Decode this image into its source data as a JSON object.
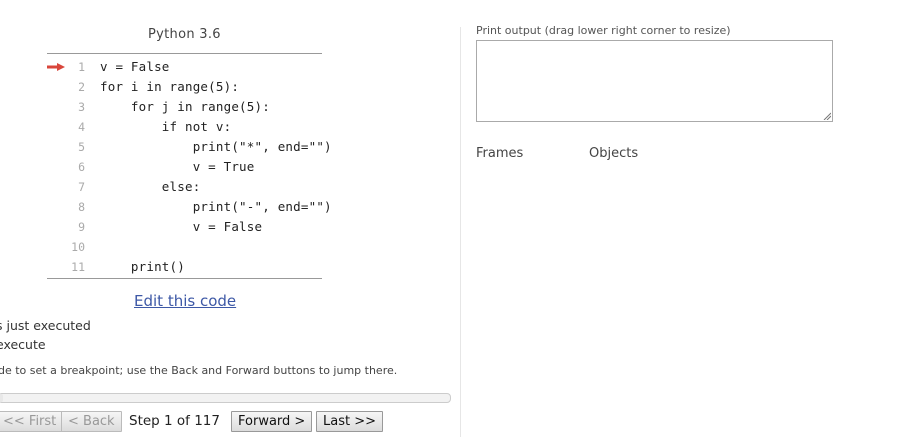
{
  "editor": {
    "language": "Python 3.6",
    "current_line_indicator": "red-arrow-icon",
    "lines": [
      {
        "no": "1",
        "code": "v = False"
      },
      {
        "no": "2",
        "code": "for i in range(5):"
      },
      {
        "no": "3",
        "code": "    for j in range(5):"
      },
      {
        "no": "4",
        "code": "        if not v:"
      },
      {
        "no": "5",
        "code": "            print(\"*\", end=\"\")"
      },
      {
        "no": "6",
        "code": "            v = True"
      },
      {
        "no": "7",
        "code": "        else:"
      },
      {
        "no": "8",
        "code": "            print(\"-\", end=\"\")"
      },
      {
        "no": "9",
        "code": "            v = False"
      },
      {
        "no": "10",
        "code": ""
      },
      {
        "no": "11",
        "code": "    print()"
      }
    ],
    "edit_link": "Edit this code"
  },
  "legend": {
    "just_executed": "s just executed",
    "next_execute": "execute",
    "hint": "de to set a breakpoint; use the Back and Forward buttons to jump there."
  },
  "navigation": {
    "first": "<< First",
    "back": "< Back",
    "step_text": "Step 1 of 117",
    "forward": "Forward >",
    "last": "Last >>",
    "progress_fraction": 0.0085
  },
  "output": {
    "print_label": "Print output (drag lower right corner to resize)",
    "print_value": "",
    "frames_label": "Frames",
    "objects_label": "Objects"
  },
  "colors": {
    "arrow": "#d9463b",
    "link": "#3d58a6"
  }
}
